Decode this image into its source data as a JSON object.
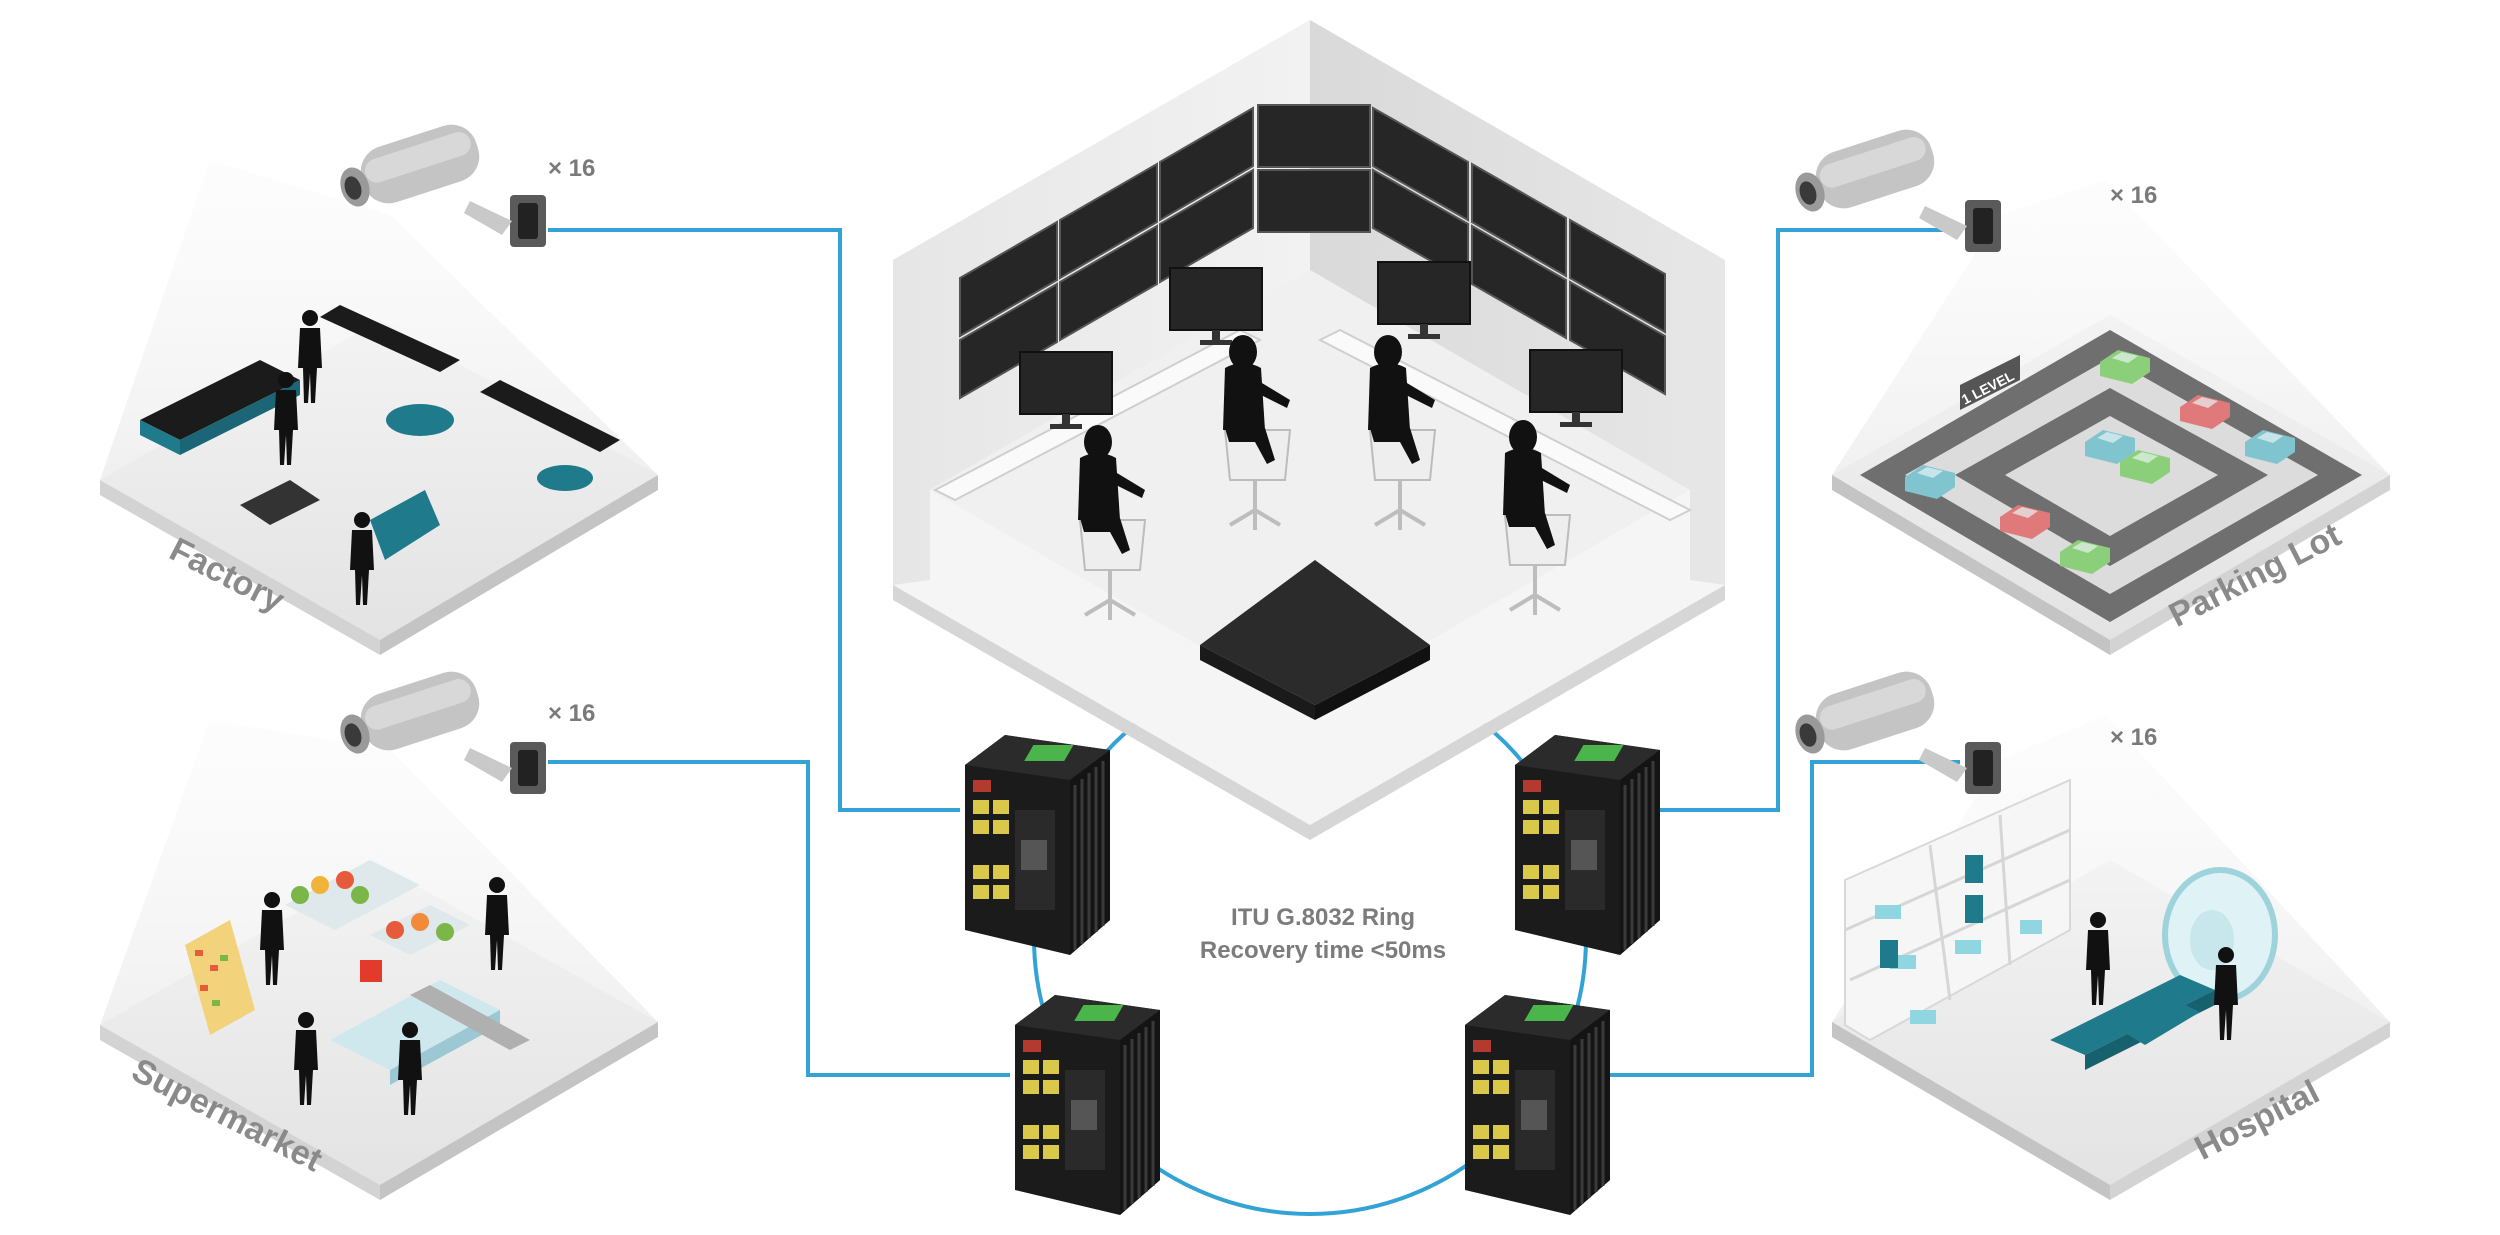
{
  "ring": {
    "title": "ITU G.8032 Ring",
    "subtitle": "Recovery time <50ms"
  },
  "sites": [
    {
      "id": "factory",
      "label": "Factory",
      "camera_count": "× 16"
    },
    {
      "id": "supermarket",
      "label": "Supermarket",
      "camera_count": "× 16"
    },
    {
      "id": "parking",
      "label": "Parking Lot",
      "camera_count": "× 16"
    },
    {
      "id": "hospital",
      "label": "Hospital",
      "camera_count": "× 16"
    }
  ],
  "parking_sign": "1 LEVEL",
  "colors": {
    "link": "#33a3d6",
    "floor": "#e9e9e9",
    "floor_edge": "#cfcfcf",
    "device": "#1b1b1b",
    "switch_port": "#d9c84a",
    "switch_led": "#4ab54a",
    "label": "#8a8a8a",
    "teal": "#1f7a8c"
  },
  "icons": [
    "cctv-camera-icon",
    "industrial-switch-icon",
    "nvr-device-icon",
    "monitor-wall-icon"
  ]
}
